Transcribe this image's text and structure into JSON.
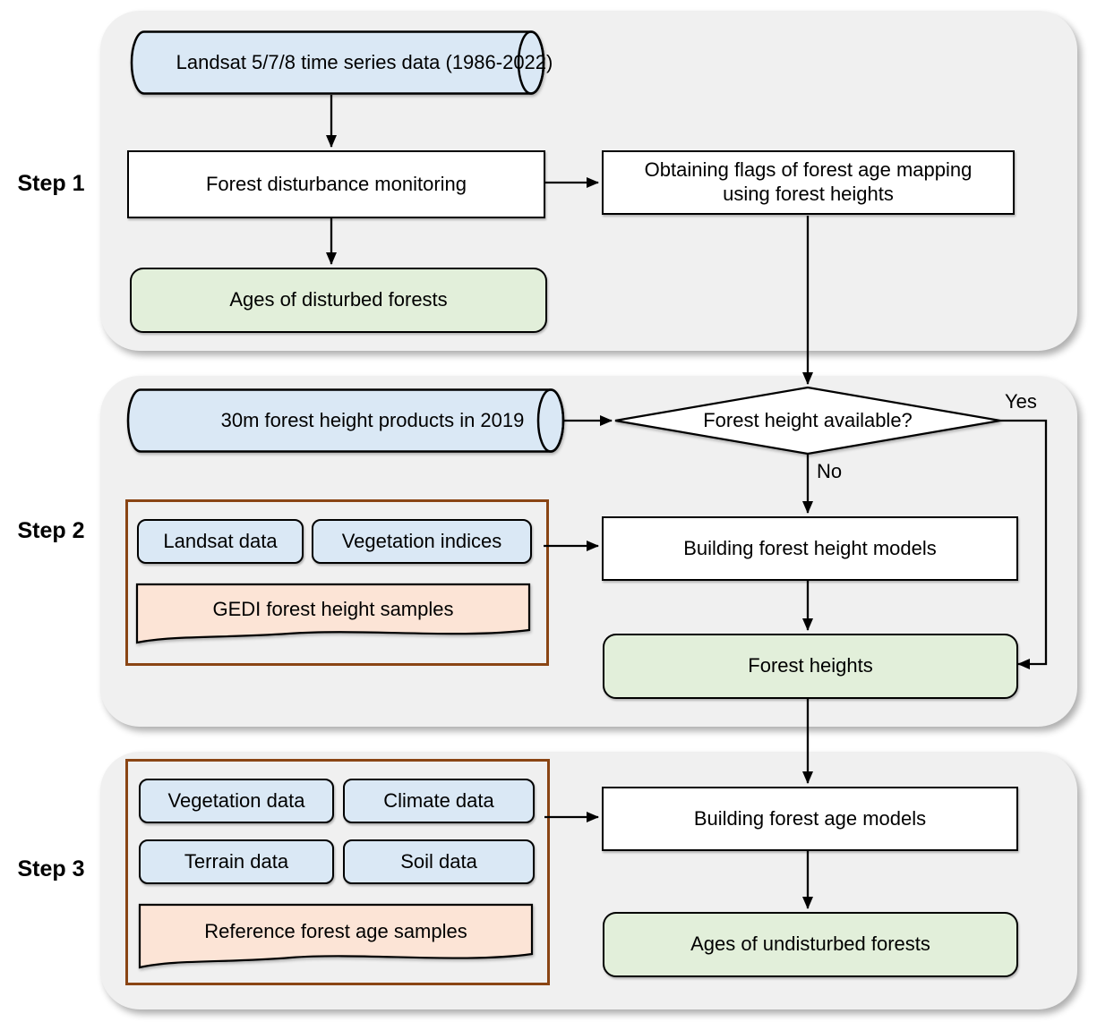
{
  "diagram": {
    "step_labels": [
      "Step 1",
      "Step 2",
      "Step 3"
    ],
    "nodes": {
      "landsat_ts": "Landsat 5/7/8 time series data (1986-2022)",
      "forest_disturbance": "Forest disturbance monitoring",
      "obtaining_flags": "Obtaining flags of forest age mapping using forest heights",
      "ages_disturbed": "Ages of disturbed forests",
      "height_products": "30m forest height products in 2019",
      "height_available": "Forest height available?",
      "yes_label": "Yes",
      "no_label": "No",
      "landsat_data": "Landsat data",
      "vegetation_indices": "Vegetation indices",
      "gedi_samples": "GEDI forest height samples",
      "building_height_models": "Building forest height models",
      "forest_heights": "Forest heights",
      "vegetation_data": "Vegetation data",
      "climate_data": "Climate data",
      "terrain_data": "Terrain data",
      "soil_data": "Soil data",
      "reference_samples": "Reference forest age samples",
      "building_age_models": "Building forest age models",
      "ages_undisturbed": "Ages of undisturbed forests"
    },
    "colors": {
      "panel_bg": "#f0f0f0",
      "data_blue": "#dae8f5",
      "output_green": "#e2efda",
      "sample_peach": "#fce4d6",
      "group_border_brown": "#8a4514",
      "line_black": "#000000"
    }
  }
}
